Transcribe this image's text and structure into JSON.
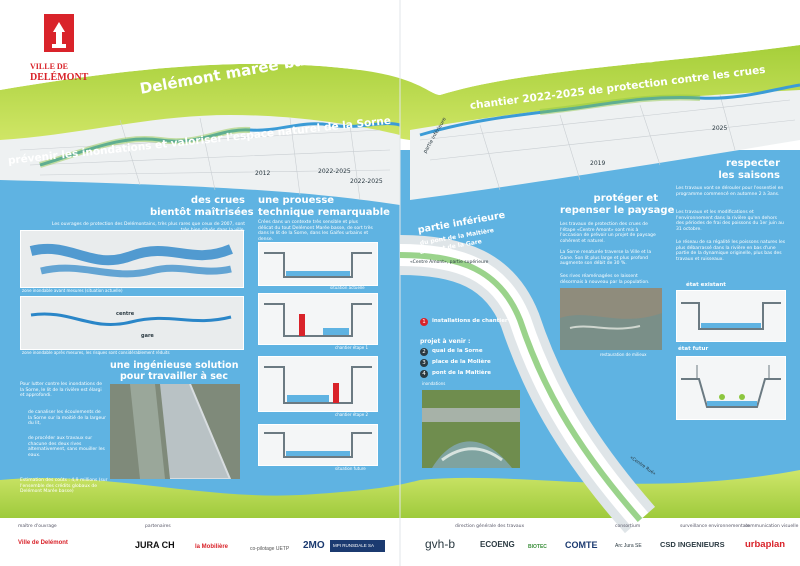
{
  "colors": {
    "water": "#5fb3e2",
    "green": "#8cc63f",
    "lime": "#b8d433",
    "red": "#d9232a",
    "dark": "#2b3a42"
  },
  "logo": {
    "lines": [
      "VILLE DE",
      "DELÉMONT"
    ],
    "label": "VILLE DE DELÉMONT"
  },
  "left_title": {
    "line1": "Delémont marée basse",
    "line2": "prévenir les inondations et valoriser l'espace naturel de la Sorne"
  },
  "right_title": {
    "line1": "«centre amont», partie inférieure",
    "line2": "chantier 2022-2025 de protection contre les crues"
  },
  "map": {
    "years": [
      "2012",
      "2022-2025",
      "2022-2025",
      "2019",
      "2025"
    ],
    "label": "partie inférieure"
  },
  "sections": {
    "crues": {
      "title": [
        "des crues",
        "bientôt maîtrisées"
      ],
      "body": "Les ouvrages de protection des Delémontains, très plus rares que ceux de 2007, sont très bien situés dans la ville.",
      "cap1": "zone inondable avant mesures (situation actuelle)",
      "cap2": "zone inondable après mesures, les risques sont considérablement réduits",
      "map_labels": [
        "centre",
        "gare"
      ]
    },
    "prouesse": {
      "title": [
        "une prouesse",
        "technique remarquable"
      ],
      "body": "Crées dans un contexte très sensible et plus délicat du tout Delémont Marée basse, de sort très dans le lit de la Sorne, dans les Gaifes urbains et dense.",
      "captions": [
        "situation actuelle",
        "chantier étape 1",
        "chantier étape 2",
        "situation future"
      ]
    },
    "ingenieuse": {
      "title": [
        "une ingénieuse solution",
        "pour travailler à sec"
      ],
      "body": "Pour lutter contre les inondations de la Sorne, le lit de la rivière est élargi et approfondi.",
      "bullets": [
        "de canaliser les écoulements de la Sorne sur la moitié de la largeur du lit,",
        "de procéder aux travaux sur chacune des deux rives alternativement, sans mouiller les eaux."
      ],
      "cost": "Estimation des coûts : 4,9 millions (sur l'ensemble des crédits globaux de Delémont Marée basse)"
    },
    "partie": {
      "title": [
        "partie inférieure",
        "du pont de la Maltière",
        "au pont de la Gare"
      ],
      "legend_title_1": "installations de chantier",
      "legend_title_2": "projet à venir :",
      "legend": [
        {
          "num": "1",
          "text": "installations de chantier"
        },
        {
          "num": "2",
          "text": "quai de la Sorne"
        },
        {
          "num": "3",
          "text": "place de la Molière"
        },
        {
          "num": "4",
          "text": "pont de la Maltière"
        }
      ],
      "map_labels": [
        "«Centre Amont», partie supérieure",
        "«Centre Rué»"
      ],
      "photo_caption": "inondations"
    },
    "proteger": {
      "title": [
        "protéger et",
        "repenser le paysage"
      ],
      "body": "Les travaux de protection des crues de l'étape «Centre Amont» sont mis à l'occasion de prévoir un projet de paysage cohérent et naturel.",
      "body2": "La Sorne renaturée traverse la Ville et la Gane. Son lit plus large et plus profond augmente son débit de 30 %.",
      "body3": "Ses rives réaménagées se laissent désormais à nouveau par la population.",
      "photo_caption": "restauration de milieux"
    },
    "saisons": {
      "title": [
        "respecter",
        "les saisons"
      ],
      "body": "Les travaux vont se dérouler pour l'essentiel en programme commencé en automne 2 à 3ans.",
      "body2": "Les travaux et les modifications et l'environnement dans la rivière qu'en dehors des périodes de frai des poissons du 1er juin au 31 octobre.",
      "body3": "Le réseau de sa régalité les poissons natures les plus débarrassé dans la rivière en bas d'une partie de la dynamique originelle, plus bas des travaux et ruisseaux.",
      "state1": "état existant",
      "state2": "état futur",
      "photo_caption": "état existant"
    }
  },
  "footer": {
    "groups": [
      "maître d'ouvrage",
      "partenaires",
      "direction générale des travaux",
      "consortium",
      "surveillance environnementale",
      "communication visuelle"
    ],
    "logos": [
      "Ville de Delémont",
      "JURA CH",
      "la Mobilière",
      "co-pilotage UETP",
      "2MO",
      "MPI RUNSDALE SA",
      "gvh-b",
      "ECOENG",
      "BIOTEC",
      "COMTE",
      "Arc Jura SE",
      "CSD INGENIEURS",
      "urbaplan"
    ]
  }
}
